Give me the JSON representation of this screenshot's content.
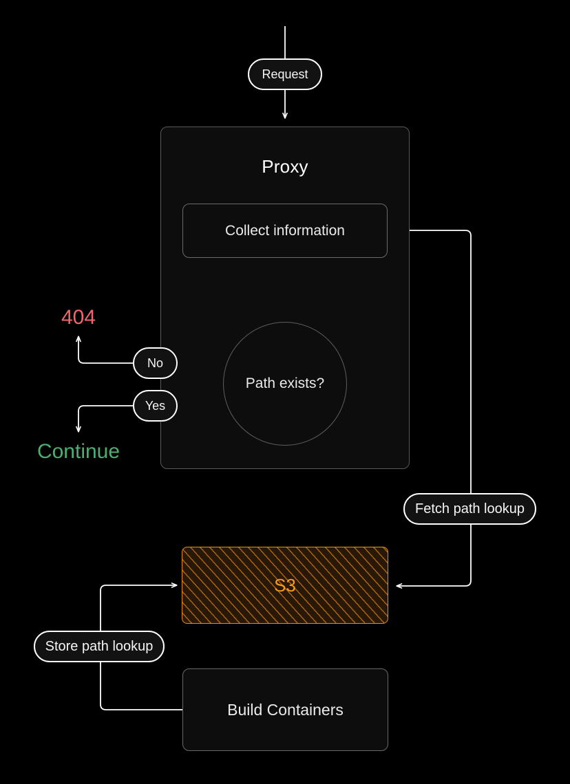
{
  "diagram": {
    "title": "Proxy request path-lookup flow",
    "type": "flowchart",
    "background": "#000000",
    "colors": {
      "stroke": "#ffffff",
      "node_border": "#6a6a6a",
      "node_fill": "#0d0d0d",
      "group_fill": "#0d0d0d",
      "error": "#f2656b",
      "success": "#4caf72",
      "storage_accent": "#f79b1d",
      "storage_fill": "#2a1806"
    }
  },
  "nodes": {
    "request": {
      "label": "Request",
      "shape": "stadium"
    },
    "proxy_group": {
      "label": "Proxy",
      "shape": "group"
    },
    "collect": {
      "label": "Collect information",
      "shape": "rounded-rect"
    },
    "path_exists": {
      "label": "Path exists?",
      "shape": "circle"
    },
    "no_branch": {
      "label": "No",
      "shape": "stadium"
    },
    "yes_branch": {
      "label": "Yes",
      "shape": "stadium"
    },
    "error_404": {
      "label": "404",
      "shape": "text",
      "color": "#f2656b"
    },
    "continue": {
      "label": "Continue",
      "shape": "text",
      "color": "#4caf72"
    },
    "fetch_lookup": {
      "label": "Fetch path lookup",
      "shape": "stadium"
    },
    "s3": {
      "label": "S3",
      "shape": "storage"
    },
    "store_lookup": {
      "label": "Store path lookup",
      "shape": "stadium"
    },
    "build_containers": {
      "label": "Build Containers",
      "shape": "rounded-rect"
    }
  },
  "edges": [
    {
      "from": "entry",
      "to": "request",
      "label": ""
    },
    {
      "from": "request",
      "to": "proxy_group",
      "label": ""
    },
    {
      "from": "collect",
      "to": "path_exists",
      "label": ""
    },
    {
      "from": "path_exists",
      "to": "error_404",
      "label": "No"
    },
    {
      "from": "path_exists",
      "to": "continue",
      "label": "Yes"
    },
    {
      "from": "collect",
      "to": "s3",
      "label": "Fetch path lookup"
    },
    {
      "from": "build_containers",
      "to": "s3",
      "label": "Store path lookup"
    }
  ]
}
